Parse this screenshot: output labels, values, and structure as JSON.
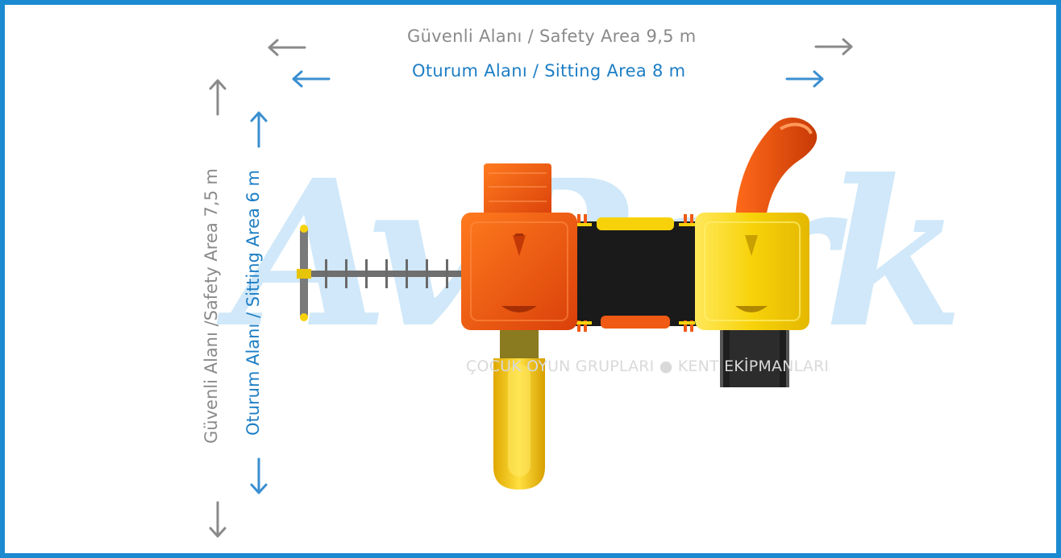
{
  "dimensions": {
    "safety_horizontal": "Güvenli Alanı / Safety Area 9,5 m",
    "sitting_horizontal": "Oturum Alanı / Sitting Area 8 m",
    "safety_vertical": "Güvenli Alanı /Safety Area 7,5 m",
    "sitting_vertical": "Oturum Alanı / Sitting Area 6 m"
  },
  "watermark": {
    "logo": "AvPark",
    "tagline": "ÇOCUK OYUN GRUPLARI ● KENT EKİPMANLARI"
  },
  "colors": {
    "frame": "#1c8ad1",
    "safety": "#8a8a8a",
    "sitting": "#1d7ec4",
    "orange": "#f05a14",
    "yellow": "#f7d20a",
    "dark": "#1e1e1e"
  }
}
